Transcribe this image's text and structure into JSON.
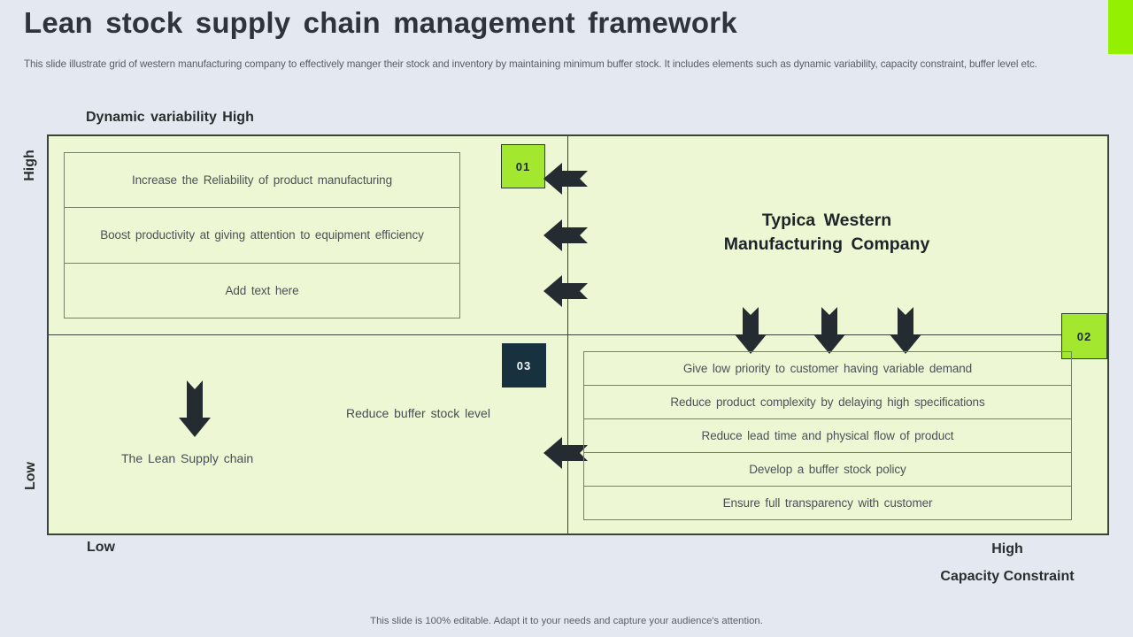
{
  "slide": {
    "title": "Lean stock supply chain management framework",
    "subtitle": "This slide illustrate grid of western manufacturing company to effectively manger their stock and inventory by maintaining minimum buffer stock. It includes elements such as dynamic variability, capacity constraint, buffer level etc.",
    "footer": "This slide is 100% editable. Adapt it to your needs and capture your audience's attention."
  },
  "axes": {
    "top_label": "Dynamic variability High",
    "left_top": "High",
    "left_bottom": "Low",
    "bottom_left": "Low",
    "bottom_right": "High",
    "bottom_title": "Capacity Constraint"
  },
  "quadrants": {
    "top_left": {
      "badge": "01",
      "items": [
        "Increase the Reliability of product manufacturing",
        "Boost productivity at giving attention to equipment efficiency",
        "Add text here"
      ]
    },
    "top_right": {
      "badge": "02",
      "title_line1": "Typica Western",
      "title_line2": "Manufacturing Company"
    },
    "bottom_left": {
      "badge": "03",
      "label_buffer": "Reduce buffer stock level",
      "label_lean": "The Lean Supply chain"
    },
    "bottom_right": {
      "items": [
        "Give low priority to customer having variable demand",
        "Reduce product complexity by delaying high specifications",
        "Reduce lead time and physical flow of product",
        "Develop a buffer stock policy",
        "Ensure full transparency with customer"
      ]
    }
  },
  "icons": {
    "left_arrow": "left-arrow-icon",
    "down_arrow": "down-arrow-icon"
  },
  "colors": {
    "page_bg": "#e4e9f1",
    "quadrant_bg": "#edf7d3",
    "accent_green": "#a3e72e",
    "corner_green": "#93f000",
    "dark_navy": "#17313f",
    "arrow": "#242b31",
    "title_text": "#2e333d"
  }
}
